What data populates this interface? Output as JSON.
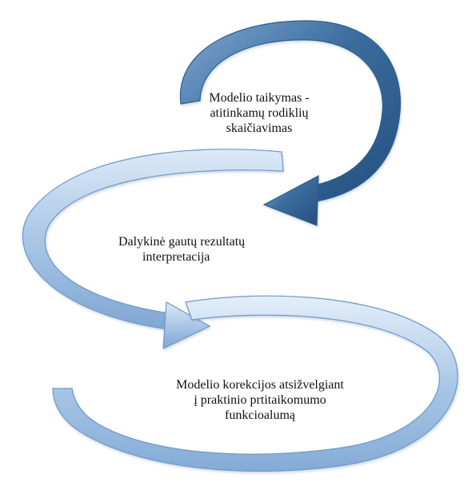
{
  "steps": [
    {
      "id": "step-1",
      "lines": [
        "Modelio taikymas -",
        "atitinkamų rodiklių",
        "skaičiavimas"
      ],
      "arrow_color": "#3f6e9e"
    },
    {
      "id": "step-2",
      "lines": [
        "Dalykinė gautų rezultatų",
        "interpretacija"
      ],
      "arrow_color": "#8fb3dc"
    },
    {
      "id": "step-3",
      "lines": [
        "Modelio korekcijos atsižvelgiant",
        "į praktinio prtitaikomumo",
        "funkcioalumą"
      ],
      "arrow_color": "#9dbfe3"
    }
  ]
}
